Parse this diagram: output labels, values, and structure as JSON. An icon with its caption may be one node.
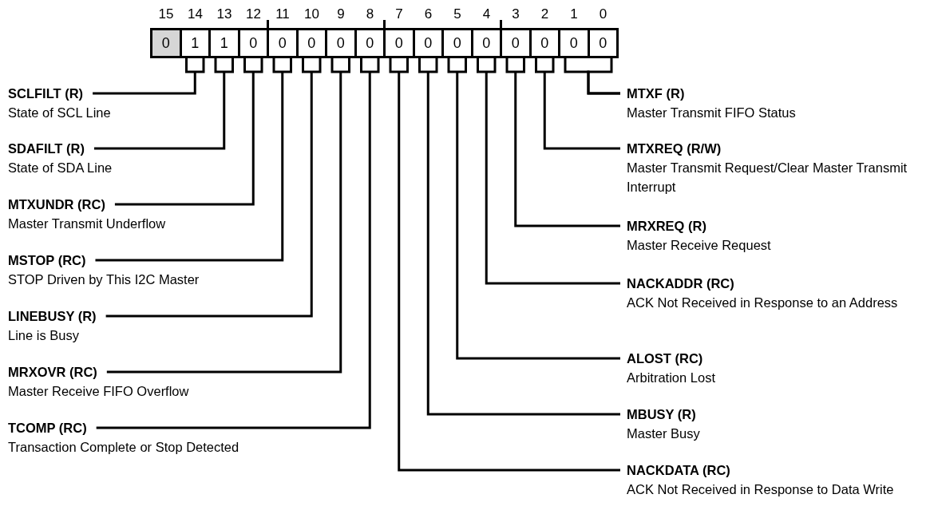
{
  "diagram": {
    "nodes": [
      {
        "text": [
          "0"
        ]
      },
      {
        "text": [
          "1"
        ]
      },
      {
        "text": [
          "1"
        ]
      },
      {
        "text": [
          "0"
        ]
      },
      {
        "text": [
          "0"
        ]
      },
      {
        "text": [
          "0"
        ]
      },
      {
        "text": [
          "0"
        ]
      },
      {
        "text": [
          "0"
        ]
      },
      {
        "text": [
          "0"
        ]
      },
      {
        "text": [
          "0"
        ]
      },
      {
        "text": [
          "0"
        ]
      },
      {
        "text": [
          "0"
        ]
      },
      {
        "text": [
          "0"
        ]
      },
      {
        "text": [
          "0"
        ]
      },
      {
        "text": [
          "0"
        ]
      },
      {
        "text": [
          "0"
        ]
      },
      {
        "text": [
          "SCLFILT (R)",
          "State of SCL Line"
        ]
      },
      {
        "text": [
          "SDAFILT (R)",
          "State of SDA Line"
        ]
      },
      {
        "text": [
          "MTXUNDR (RC)",
          "Master Transmit Underflow"
        ]
      },
      {
        "text": [
          "MSTOP (RC)",
          "STOP Driven by This I2C Master"
        ]
      },
      {
        "text": [
          "LINEBUSY (R)",
          "Line is Busy"
        ]
      },
      {
        "text": [
          "MRXOVR (RC)",
          "Master Receive FIFO Overflow"
        ]
      },
      {
        "text": [
          "TCOMP (RC)",
          "Transaction Complete or Stop Detected"
        ]
      },
      {
        "text": [
          "MTXF (R)",
          "Master Transmit FIFO Status"
        ]
      },
      {
        "text": [
          "MTXREQ (R/W)",
          "Master Transmit Request/Clear Master Transmit Interrupt"
        ]
      },
      {
        "text": [
          "MRXREQ (R)",
          "Master Receive Request"
        ]
      },
      {
        "text": [
          "NACKADDR (RC)",
          "ACK Not Received in Response to an Address"
        ]
      },
      {
        "text": [
          "ALOST (RC)",
          "Arbitration Lost"
        ]
      },
      {
        "text": [
          "MBUSY (R)",
          "Master Busy"
        ]
      },
      {
        "text": [
          "NACKDATA (RC)",
          "ACK Not Received in Response to Data Write"
        ]
      }
    ],
    "edges": [
      {
        "from": 16,
        "to": 1,
        "arrow": "none"
      },
      {
        "from": 17,
        "to": 2,
        "arrow": "none"
      },
      {
        "from": 18,
        "to": 3,
        "arrow": "none"
      },
      {
        "from": 19,
        "to": 4,
        "arrow": "none"
      },
      {
        "from": 20,
        "to": 5,
        "arrow": "none"
      },
      {
        "from": 21,
        "to": 6,
        "arrow": "none"
      },
      {
        "from": 22,
        "to": 7,
        "arrow": "none"
      },
      {
        "from": 23,
        "to": 14,
        "arrow": "none"
      },
      {
        "from": 23,
        "to": 15,
        "arrow": "none"
      },
      {
        "from": 24,
        "to": 13,
        "arrow": "none"
      },
      {
        "from": 25,
        "to": 12,
        "arrow": "none"
      },
      {
        "from": 26,
        "to": 11,
        "arrow": "none"
      },
      {
        "from": 27,
        "to": 10,
        "arrow": "none"
      },
      {
        "from": 28,
        "to": 9,
        "arrow": "none"
      },
      {
        "from": 29,
        "to": 8,
        "arrow": "none"
      }
    ],
    "labels": [
      "15",
      "14",
      "13",
      "12",
      "11",
      "10",
      "9",
      "8",
      "7",
      "6",
      "5",
      "4",
      "3",
      "2",
      "1",
      "0"
    ]
  }
}
